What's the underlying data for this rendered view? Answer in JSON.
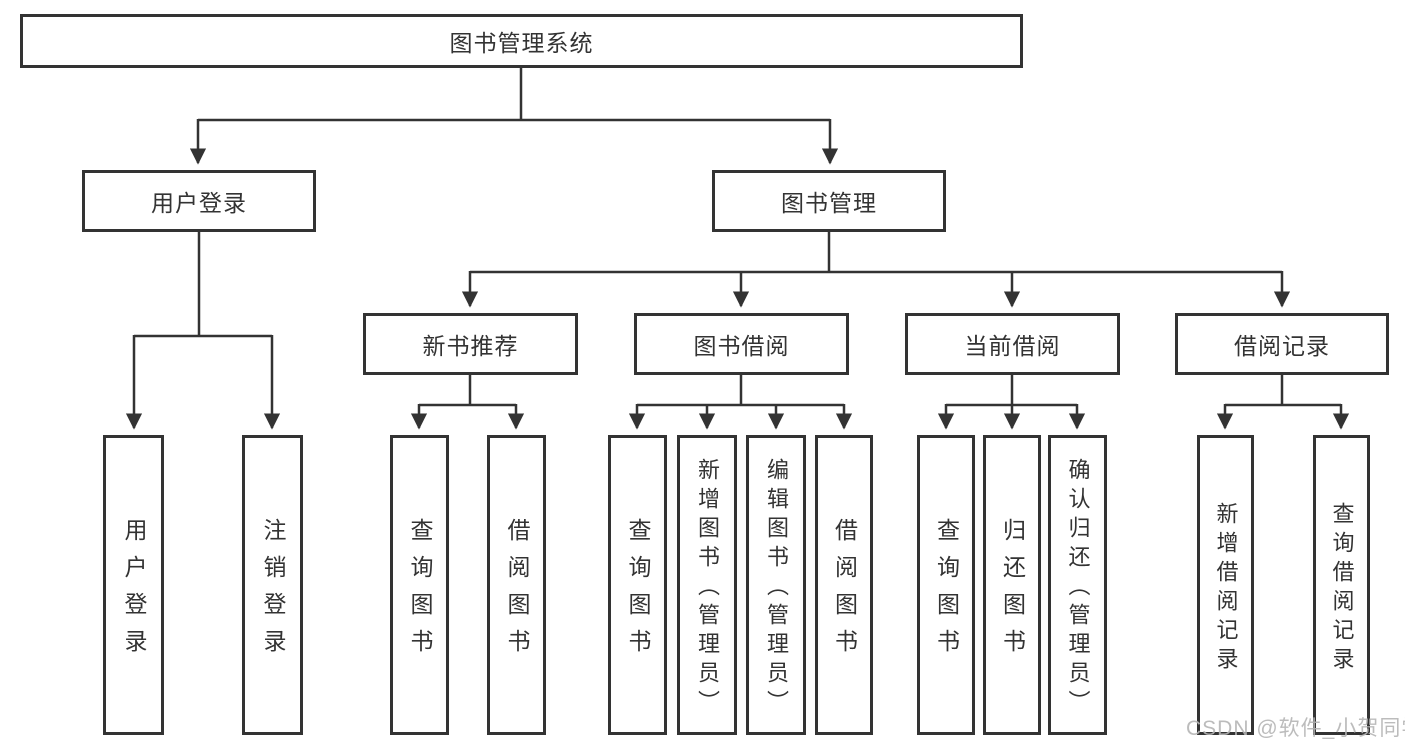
{
  "diagram": {
    "type": "hierarchy",
    "colors": {
      "line": "#333333",
      "text": "#333333",
      "box_background": "#ffffff",
      "watermark": "#b5b5b5"
    },
    "nodes": {
      "root": "图书管理系统",
      "level2": [
        "用户登录",
        "图书管理"
      ],
      "level3": [
        "新书推荐",
        "图书借阅",
        "当前借阅",
        "借阅记录"
      ],
      "leaves_user_login": [
        "用户登录",
        "注销登录"
      ],
      "leaves_new_book": [
        "查询图书",
        "借阅图书"
      ],
      "leaves_book_borrow": [
        "查询图书",
        "新增图书（管理员）",
        "编辑图书（管理员）",
        "借阅图书"
      ],
      "leaves_current_borrow": [
        "查询图书",
        "归还图书",
        "确认归还（管理员）"
      ],
      "leaves_borrow_record": [
        "新增借阅记录",
        "查询借阅记录"
      ]
    },
    "watermark": "CSDN @软件_小贺同学"
  }
}
